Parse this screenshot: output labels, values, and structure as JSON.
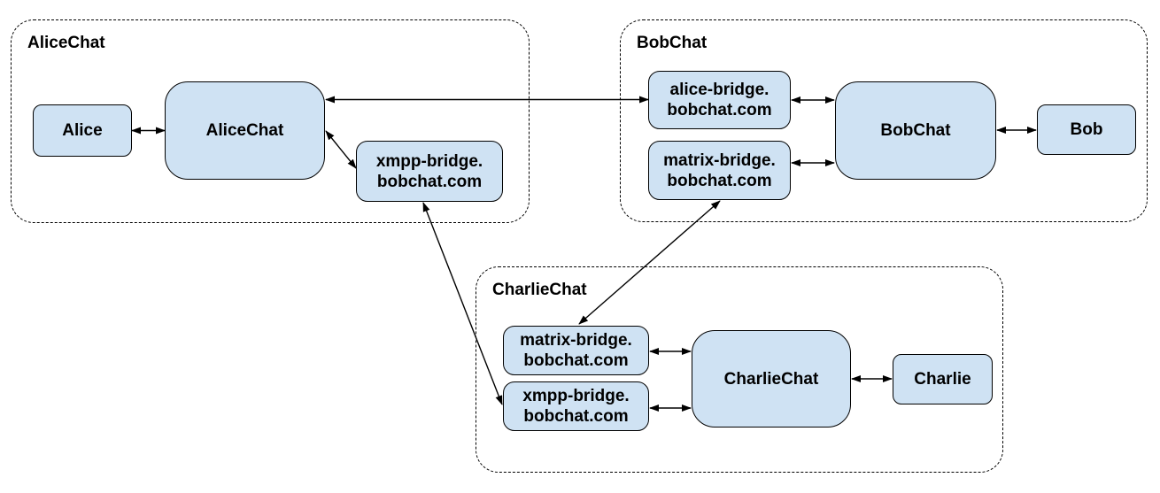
{
  "groups": {
    "alicechat": {
      "label": "AliceChat"
    },
    "bobchat": {
      "label": "BobChat"
    },
    "charliechat": {
      "label": "CharlieChat"
    }
  },
  "nodes": {
    "alice": {
      "label": "Alice"
    },
    "alicechat_server": {
      "label": "AliceChat"
    },
    "alice_xmpp_bridge": {
      "line1": "xmpp-bridge.",
      "line2": "bobchat.com"
    },
    "bob_alice_bridge": {
      "line1": "alice-bridge.",
      "line2": "bobchat.com"
    },
    "bob_matrix_bridge": {
      "line1": "matrix-bridge.",
      "line2": "bobchat.com"
    },
    "bobchat_server": {
      "label": "BobChat"
    },
    "bob": {
      "label": "Bob"
    },
    "charlie_matrix_bridge": {
      "line1": "matrix-bridge.",
      "line2": "bobchat.com"
    },
    "charlie_xmpp_bridge": {
      "line1": "xmpp-bridge.",
      "line2": "bobchat.com"
    },
    "charliechat_server": {
      "label": "CharlieChat"
    },
    "charlie": {
      "label": "Charlie"
    }
  },
  "edges": [
    {
      "from": "Alice",
      "to": "AliceChat server",
      "direction": "both"
    },
    {
      "from": "AliceChat server",
      "to": "alice-bridge.bobchat.com",
      "direction": "both"
    },
    {
      "from": "AliceChat server",
      "to": "xmpp-bridge.bobchat.com (AliceChat)",
      "direction": "both"
    },
    {
      "from": "xmpp-bridge.bobchat.com (AliceChat)",
      "to": "xmpp-bridge.bobchat.com (CharlieChat)",
      "direction": "both"
    },
    {
      "from": "alice-bridge.bobchat.com",
      "to": "BobChat server",
      "direction": "both"
    },
    {
      "from": "matrix-bridge.bobchat.com (BobChat)",
      "to": "BobChat server",
      "direction": "both"
    },
    {
      "from": "BobChat server",
      "to": "Bob",
      "direction": "both"
    },
    {
      "from": "matrix-bridge.bobchat.com (BobChat)",
      "to": "matrix-bridge.bobchat.com (CharlieChat)",
      "direction": "both"
    },
    {
      "from": "matrix-bridge.bobchat.com (CharlieChat)",
      "to": "CharlieChat server",
      "direction": "both"
    },
    {
      "from": "xmpp-bridge.bobchat.com (CharlieChat)",
      "to": "CharlieChat server",
      "direction": "both"
    },
    {
      "from": "CharlieChat server",
      "to": "Charlie",
      "direction": "both"
    }
  ],
  "colors": {
    "node_fill": "#cfe2f3",
    "stroke": "#000000",
    "background": "#ffffff"
  }
}
